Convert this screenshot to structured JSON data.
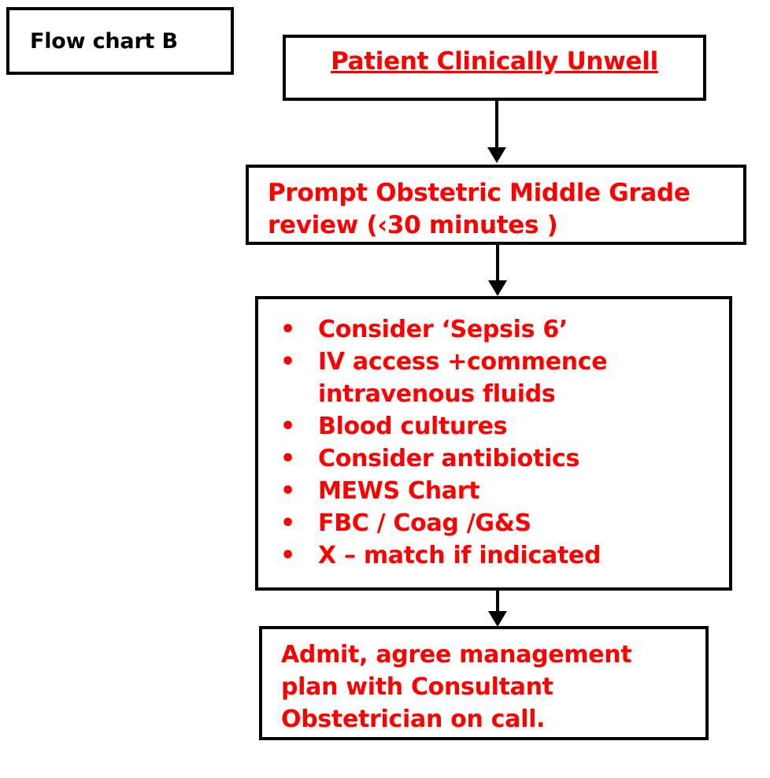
{
  "chart_data": {
    "type": "diagram",
    "title": "Flow chart B",
    "diagram_kind": "clinical-escalation-flowchart",
    "orientation": "vertical top-to-bottom",
    "colors": {
      "node_text": "#FF0000",
      "label_text": "#000000",
      "border": "#000000",
      "background": "#FFFFFF"
    },
    "nodes": [
      {
        "id": "n1",
        "text": "Patient Clinically Unwell"
      },
      {
        "id": "n2",
        "text": "Prompt Obstetric Middle Grade review (‹30 minutes )"
      },
      {
        "id": "n3",
        "text": "Consider ‘Sepsis 6’; IV access +commence intravenous fluids; Blood cultures; Consider antibiotics; MEWS Chart; FBC / Coag /G&S; X – match if indicated"
      },
      {
        "id": "n4",
        "text": "Admit, agree management plan with Consultant Obstetrician on call."
      }
    ],
    "edges": [
      {
        "from": "n1",
        "to": "n2",
        "style": "arrow-down"
      },
      {
        "from": "n2",
        "to": "n3",
        "style": "arrow-down"
      },
      {
        "from": "n3",
        "to": "n4",
        "style": "arrow-down"
      }
    ]
  },
  "label": {
    "text": "Flow chart B"
  },
  "nodes": {
    "title": {
      "text": "Patient Clinically Unwell"
    },
    "review": {
      "text": "Prompt Obstetric Middle Grade review (‹30 minutes )"
    },
    "actions": {
      "bullet_glyph": "•",
      "items": [
        {
          "text": "Consider ‘Sepsis 6’"
        },
        {
          "text": "IV access +commence intravenous fluids"
        },
        {
          "text": "Blood cultures"
        },
        {
          "text": "Consider antibiotics"
        },
        {
          "text": "MEWS Chart"
        },
        {
          "text": "FBC / Coag /G&S"
        },
        {
          "text": "X – match if indicated"
        }
      ]
    },
    "admit": {
      "text": "Admit, agree management plan with Consultant Obstetrician on call."
    }
  }
}
